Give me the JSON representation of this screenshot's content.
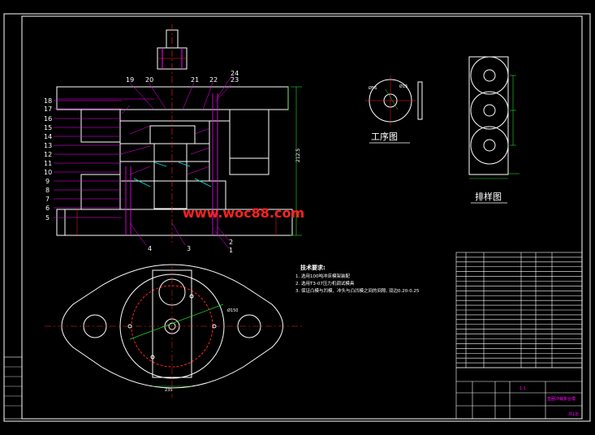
{
  "watermark": "www.woc88.com",
  "part_numbers_left": [
    "18",
    "17",
    "16",
    "15",
    "14",
    "13",
    "12",
    "11",
    "10",
    "9",
    "8",
    "7",
    "6",
    "5"
  ],
  "part_numbers_top": [
    "19",
    "20",
    "21",
    "22",
    "24",
    "23"
  ],
  "part_numbers_bottom": [
    "4",
    "3",
    "2",
    "1"
  ],
  "process_drawing": {
    "title": "工序图",
    "dia_label": "Ø56",
    "inner_label": "Ø15"
  },
  "layout_drawing": {
    "title": "排样图"
  },
  "tech_requirements": {
    "heading": "技术要求:",
    "items": [
      "1. 选用100吨冲床模架装配",
      "2. 选用T3-07压力机调试模具",
      "3. 保证凸模与凹模、冲头与凸凹模之间的间隙, 双边0.20-0.25"
    ]
  },
  "dims": {
    "height": "212.5",
    "plan_dia": "Ø150",
    "plan_width": "235"
  },
  "title_block": {
    "scale": "1:1",
    "drawing_label": "垫圈冲裁复合模",
    "sheet": "共1张"
  },
  "colors": {
    "outline": "#ffffff",
    "magenta": "#ff00ff",
    "red": "#ff2222",
    "green": "#22dd22",
    "cyan": "#00e5e5",
    "yellow": "#ffff00"
  }
}
